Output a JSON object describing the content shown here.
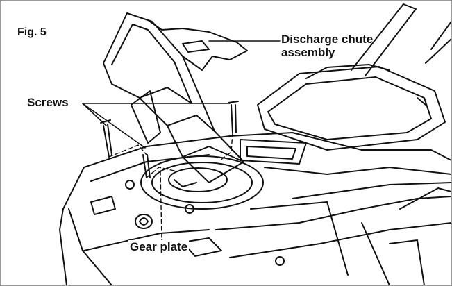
{
  "figure": {
    "label": "Fig. 5",
    "callouts": {
      "discharge_chute_line1": "Discharge chute",
      "discharge_chute_line2": "assembly",
      "screws": "Screws",
      "gear_plate": "Gear plate"
    }
  },
  "colors": {
    "ink": "#111111",
    "frame": "#9a9a9a",
    "paper": "#ffffff"
  }
}
